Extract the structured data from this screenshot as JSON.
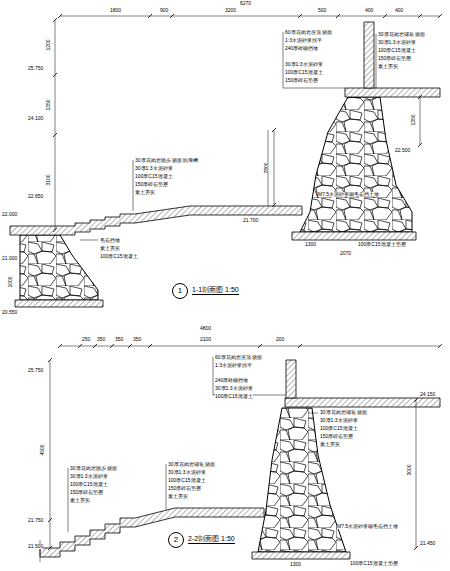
{
  "diagram": {
    "nodes": [
      {
        "text": [
          "1",
          "1-1剖面图 1:50"
        ]
      },
      {
        "text": [
          "2",
          "2-2剖面图 1:50"
        ]
      }
    ],
    "labels": [
      "6270",
      "1800",
      "900",
      "3200",
      "500",
      "400",
      "400",
      "1200",
      "1350",
      "3100",
      "25.750",
      "24.100",
      "22.650",
      "22.000",
      "21.000",
      "20.550",
      "60厚花岗岩压顶 烧面",
      "1:3水泥砂浆找平",
      "240厚砖砌挡墙",
      "30厚1:3水泥砂浆",
      "100厚C15混凝土",
      "150厚碎石垫层",
      "30厚花岗岩铺装 烧面",
      "30厚1:3水泥砂浆",
      "100厚C15混凝土",
      "150厚碎石垫层",
      "素土夯实",
      "1350",
      "22.500",
      "30厚花岗岩踏步 烧面 防滑槽",
      "30厚1:3水泥砂浆",
      "100厚C15混凝土",
      "150厚碎石垫层",
      "素土夯实",
      "2800",
      "21.700",
      "M7.5水泥砂浆砌毛石挡土墙",
      "100厚C15混凝土垫层",
      "1300",
      "2070",
      "毛石挡墙",
      "素土夯实",
      "100厚C15混凝土",
      "1000",
      "4800",
      "250",
      "350",
      "350",
      "350",
      "2100",
      "200",
      "25.750",
      "4500",
      "21.750",
      "21.500",
      "60厚花岗岩压顶 烧面",
      "1:3水泥砂浆找平",
      "240厚砖砌挡墙",
      "30厚1:3水泥砂浆",
      "100厚C15混凝土",
      "30厚花岗岩铺装 烧面",
      "30厚1:3水泥砂浆",
      "100厚C15混凝土",
      "150厚碎石垫层",
      "素土夯实",
      "24.150",
      "3000",
      "21.450",
      "30厚花岗岩踏步 烧面",
      "30厚1:3水泥砂浆",
      "100厚C15混凝土",
      "150厚碎石垫层",
      "素土夯实",
      "30厚花岗岩铺装 烧面",
      "30厚1:3水泥砂浆",
      "100厚C15混凝土",
      "150厚碎石垫层",
      "素土夯实",
      "M7.5水泥砂浆砌毛石挡土墙",
      "100厚C15混凝土垫层",
      "1300"
    ]
  }
}
